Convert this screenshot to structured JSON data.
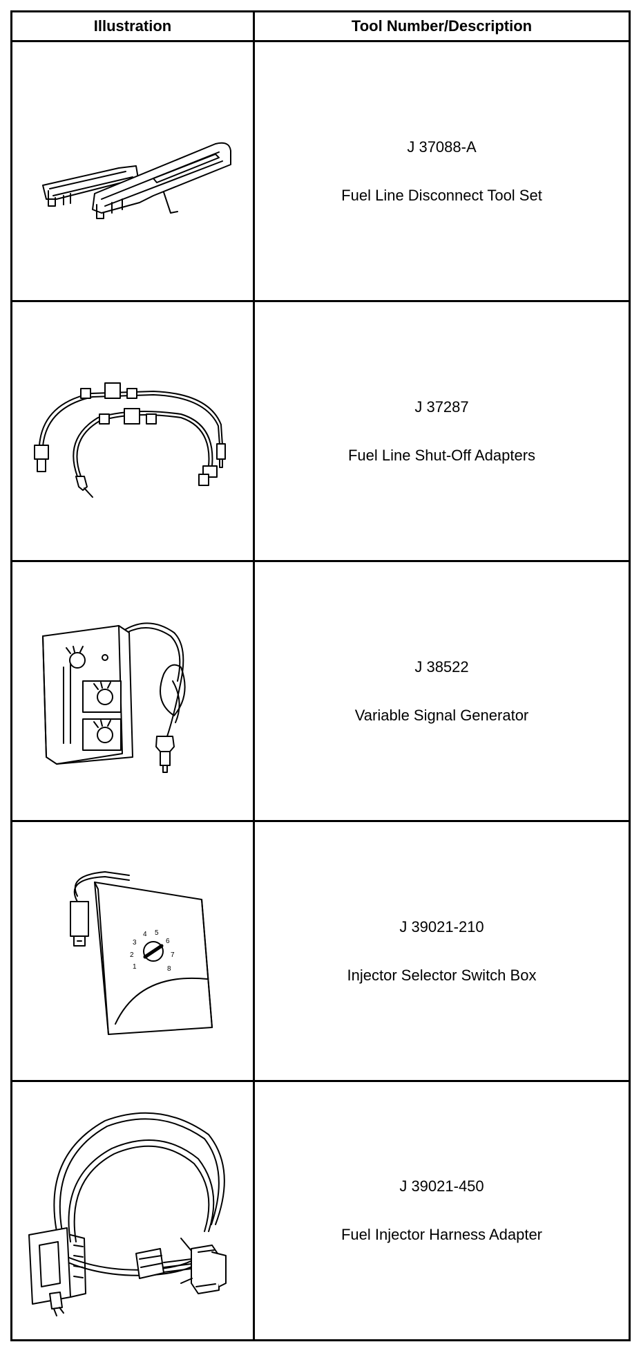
{
  "header": {
    "col1": "Illustration",
    "col2": "Tool Number/Description"
  },
  "rows": [
    {
      "number": "J 37088-A",
      "description": "Fuel Line Disconnect Tool Set",
      "icon": "fuel-line-disconnect-tool-icon"
    },
    {
      "number": "J 37287",
      "description": "Fuel Line Shut-Off Adapters",
      "icon": "fuel-line-shutoff-adapters-icon"
    },
    {
      "number": "J 38522",
      "description": "Variable Signal Generator",
      "icon": "variable-signal-generator-icon"
    },
    {
      "number": "J 39021-210",
      "description": "Injector Selector Switch Box",
      "icon": "injector-selector-switch-box-icon",
      "dial_labels": [
        "1",
        "2",
        "3",
        "4",
        "5",
        "6",
        "7",
        "8"
      ]
    },
    {
      "number": "J 39021-450",
      "description": "Fuel Injector Harness Adapter",
      "icon": "fuel-injector-harness-adapter-icon"
    }
  ]
}
